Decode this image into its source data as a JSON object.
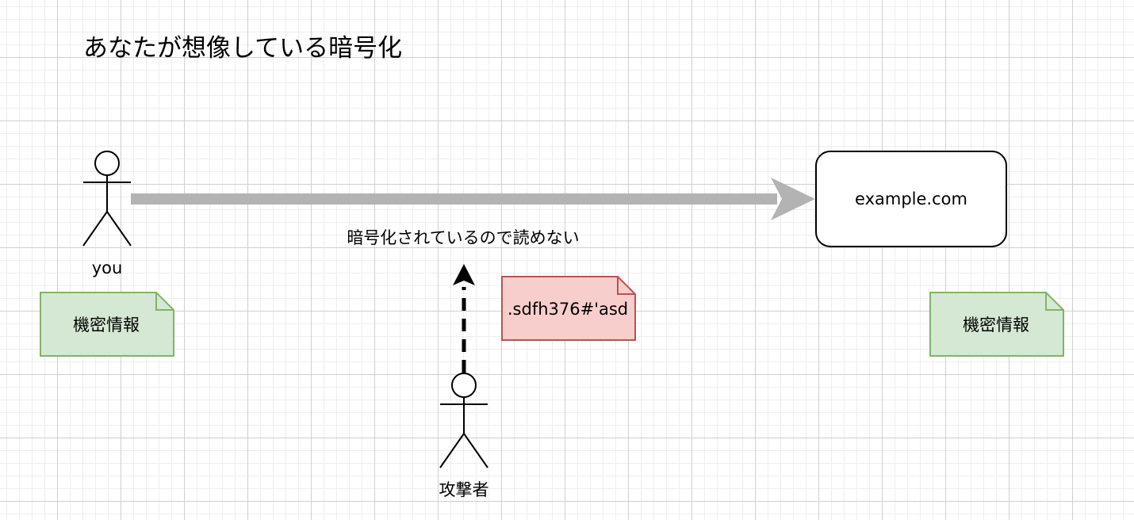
{
  "diagram": {
    "title": "あなたが想像している暗号化",
    "user": {
      "label": "you"
    },
    "server": {
      "label": "example.com"
    },
    "flow_caption": "暗号化されているので読めない",
    "attacker": {
      "label": "攻撃者"
    },
    "ciphertext_note": ".sdfh376#'asd",
    "secret_note_left": "機密情報",
    "secret_note_right": "機密情報"
  },
  "colors": {
    "arrow_main": "#b3b3b3",
    "note_green_fill": "#d5e8d4",
    "note_green_stroke": "#82b366",
    "note_red_fill": "#f8cecc",
    "note_red_stroke": "#b85450",
    "stroke": "#000000"
  }
}
